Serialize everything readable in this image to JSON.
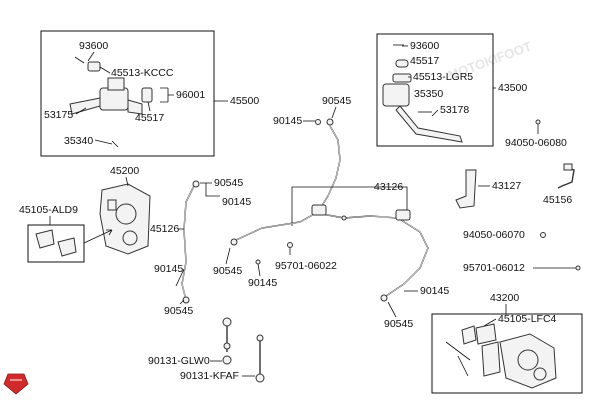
{
  "colors": {
    "logo_red": "#d12a2a",
    "line": "#111111"
  },
  "watermark": "MOTOKIFOOT",
  "labels": {
    "p93600_l": "93600",
    "p45513_kccc": "45513-KCCC",
    "p96001": "96001",
    "p53175": "53175",
    "p45517_l": "45517",
    "p45500": "45500",
    "p35340": "35340",
    "p93600_r": "93600",
    "p45517_r": "45517",
    "p45513_lgr5": "45513-LGR5",
    "p43500": "43500",
    "p35350": "35350",
    "p53178": "53178",
    "p90545_top": "90545",
    "p90145_top": "90145",
    "p94050_06080": "94050-06080",
    "p45200": "45200",
    "p45105_ald9": "45105-ALD9",
    "p90545_a": "90545",
    "p90145_a": "90145",
    "p43126": "43126",
    "p43127": "43127",
    "p45156": "45156",
    "p45126": "45126",
    "p94050_06070": "94050-06070",
    "p90545_b": "90545",
    "p95701_06022": "95701-06022",
    "p90145_b": "90145",
    "p95701_06012": "95701-06012",
    "p90145_c": "90145",
    "p90545_c": "90545",
    "p90145_d": "90145",
    "p90545_d": "90545",
    "p43200": "43200",
    "p45105_lfc4": "45105-LFC4",
    "p90131_glw0": "90131-GLW0",
    "p90131_kfaf": "90131-KFAF"
  }
}
